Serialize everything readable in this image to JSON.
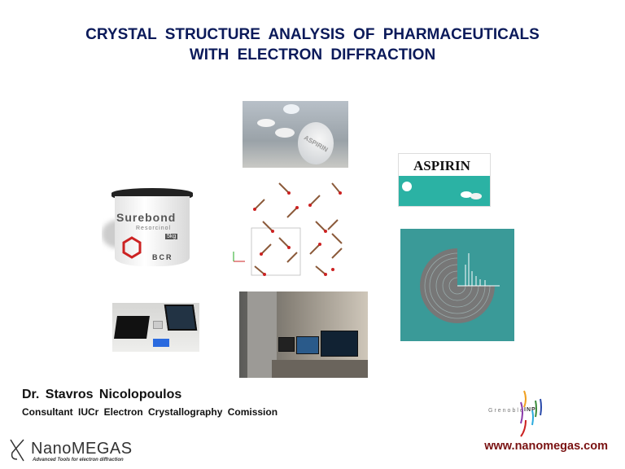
{
  "slide": {
    "title_line1": "CRYSTAL  STRUCTURE  ANALYSIS  OF  PHARMACEUTICALS",
    "title_line2": "WITH  ELECTRON  DIFFRACTION",
    "author": "Dr. Stavros  Nicolopoulos",
    "role": "Consultant   IUCr  Electron   Crystallography  Comission",
    "website": "www.nanomegas.com"
  },
  "images": {
    "tablets_text": "ASPIRIN",
    "box_brand": "ASPIRIN",
    "bucket_brand": "Surebond",
    "bucket_sub": "Resorcinol",
    "bucket_weight": "5kg",
    "bucket_maker": "BCR"
  },
  "logos": {
    "nanomegas_name": "NanoMEGAS",
    "nanomegas_tagline": "Advanced Tools for electron diffraction",
    "grenoble_text": "Grenoble",
    "grenoble_inp": "INP"
  },
  "colors": {
    "title": "#0b1a5a",
    "website": "#7a1212",
    "teal": "#3a9a98"
  }
}
